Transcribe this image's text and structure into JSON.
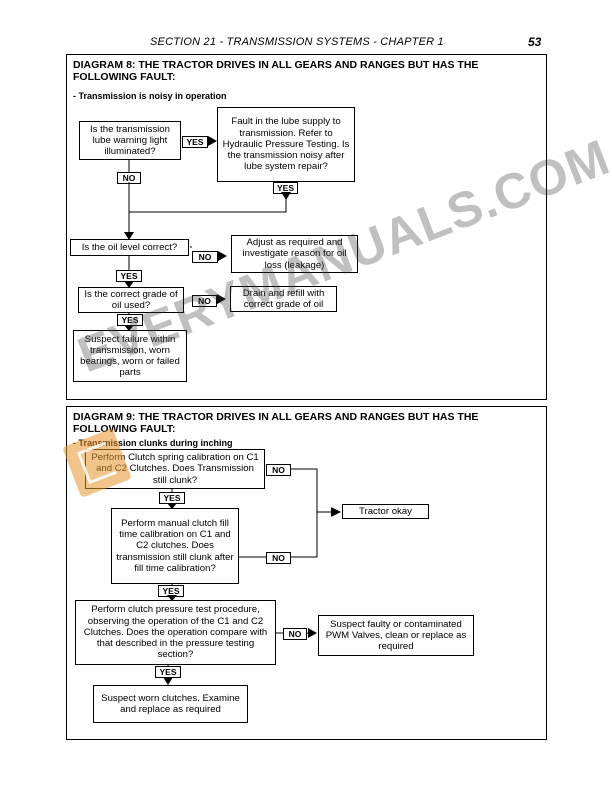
{
  "header": {
    "section": "SECTION 21 - TRANSMISSION SYSTEMS - CHAPTER 1",
    "page": "53"
  },
  "diagram8": {
    "title": "DIAGRAM 8:  THE TRACTOR DRIVES IN ALL GEARS AND RANGES BUT HAS THE FOLLOWING FAULT:",
    "fault": "- Transmission is noisy in operation",
    "q_lube_light": "Is the transmission lube warning light illuminated?",
    "lube_fault": "Fault in the lube supply to transmission.  Refer to Hydraulic Pressure Testing.  Is the transmission noisy after lube system repair?",
    "q_oil_level": "Is the oil level correct?",
    "adjust": "Adjust as required and investigate reason for oil loss (leakage)",
    "q_grade": "Is the correct grade of oil used?",
    "drain": "Drain and refill with correct grade of oil",
    "suspect": "Suspect failure within transmission, worn bearings, worn or failed parts",
    "yes": "YES",
    "no": "NO"
  },
  "diagram9": {
    "title": "DIAGRAM 9:  THE TRACTOR DRIVES IN ALL GEARS AND RANGES BUT HAS THE FOLLOWING FAULT:",
    "fault": "- Transmission clunks during inching",
    "spring_cal": "Perform Clutch spring calibration on C1 and C2 Clutches. Does Transmission still clunk?",
    "fill_time": "Perform manual clutch fill time calibration on C1 and C2 clutches. Does transmission still clunk after fill time calibration?",
    "pressure_test": "Perform clutch pressure test procedure, observing the operation of the C1 and C2 Clutches. Does the operation compare with that described in the pressure testing section?",
    "tractor_okay": "Tractor okay",
    "pwm": "Suspect faulty or contaminated PWM Valves, clean or replace as required",
    "worn_clutches": "Suspect worn clutches. Examine and replace as required",
    "yes": "YES",
    "no": "NO"
  },
  "watermark": "EVERYMANUALS.COM"
}
